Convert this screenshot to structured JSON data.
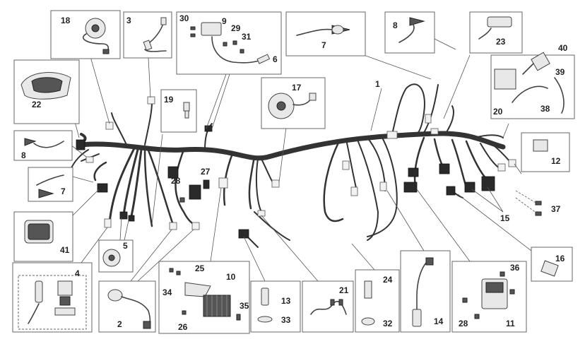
{
  "callouts": {
    "c1": "1",
    "c2": "2",
    "c3": "3",
    "c4": "4",
    "c5": "5",
    "c6": "6",
    "c7a": "7",
    "c7b": "7",
    "c8a": "8",
    "c8b": "8",
    "c9": "9",
    "c10": "10",
    "c11": "11",
    "c12": "12",
    "c13": "13",
    "c14": "14",
    "c15": "15",
    "c16": "16",
    "c17": "17",
    "c18": "18",
    "c19": "19",
    "c20": "20",
    "c21": "21",
    "c22": "22",
    "c23": "23",
    "c24": "24",
    "c25": "25",
    "c26": "26",
    "c27": "27",
    "c28a": "28",
    "c28b": "28",
    "c29": "29",
    "c30": "30",
    "c31": "31",
    "c32": "32",
    "c33": "33",
    "c34": "34",
    "c35": "35",
    "c36": "36",
    "c37": "37",
    "c38": "38",
    "c39": "39",
    "c40": "40",
    "c41": "41"
  },
  "colors": {
    "harness": "#333333",
    "box_border": "#666666",
    "background": "#ffffff"
  }
}
